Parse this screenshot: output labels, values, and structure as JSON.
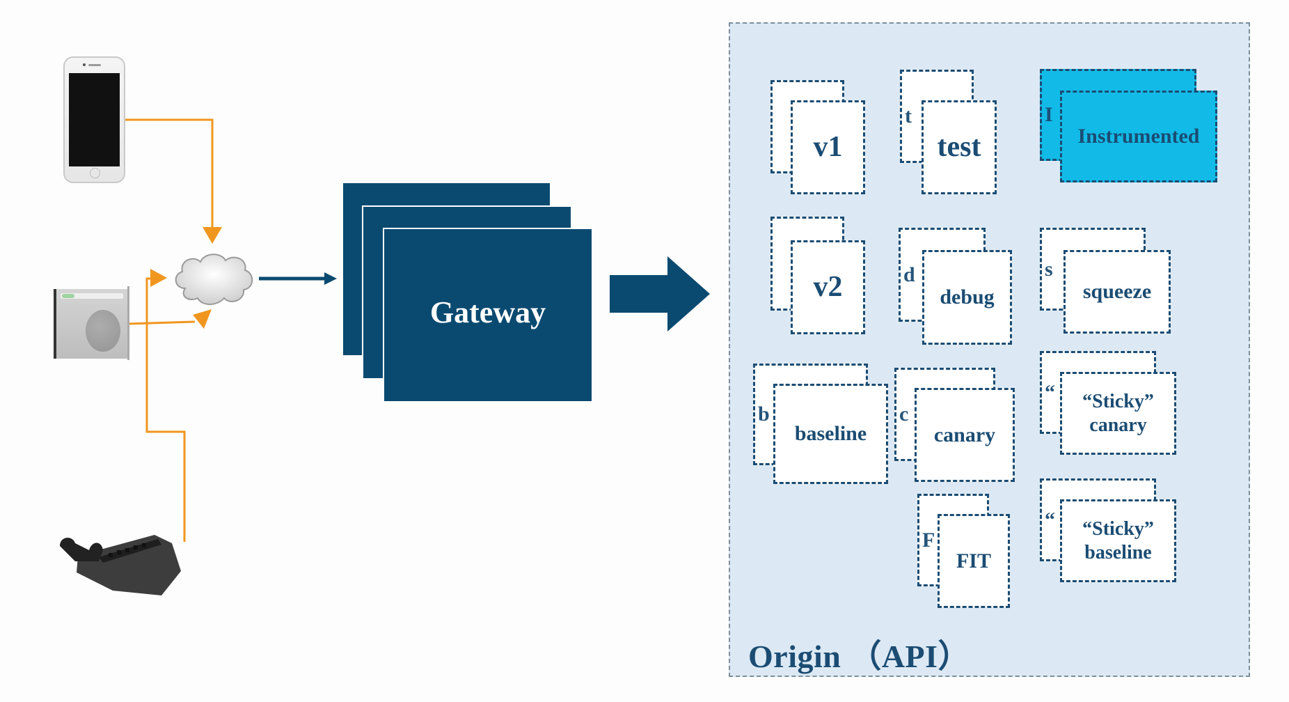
{
  "diagram": {
    "clients": [
      {
        "name": "mobile-phone",
        "kind": "phone"
      },
      {
        "name": "web-browser",
        "kind": "browser"
      },
      {
        "name": "game-console",
        "kind": "console"
      }
    ],
    "network": {
      "icon": "cloud-icon"
    },
    "gateway": {
      "label": "Gateway"
    },
    "origin": {
      "label": "Origin （API）",
      "clusters": [
        {
          "id": "v1",
          "label": "v1",
          "back_peek": "",
          "highlight": false
        },
        {
          "id": "test",
          "label": "test",
          "back_peek": "t",
          "highlight": false
        },
        {
          "id": "instrumented",
          "label": "Instrumented",
          "back_peek": "I",
          "highlight": true
        },
        {
          "id": "v2",
          "label": "v2",
          "back_peek": "",
          "highlight": false
        },
        {
          "id": "debug",
          "label": "debug",
          "back_peek": "d",
          "highlight": false
        },
        {
          "id": "squeeze",
          "label": "squeeze",
          "back_peek": "s",
          "highlight": false
        },
        {
          "id": "baseline",
          "label": "baseline",
          "back_peek": "b",
          "highlight": false
        },
        {
          "id": "canary",
          "label": "canary",
          "back_peek": "c",
          "highlight": false
        },
        {
          "id": "sticky-canary",
          "label": "“Sticky” canary",
          "line1": "“Sticky”",
          "line2": "canary",
          "back_peek": "“",
          "highlight": false
        },
        {
          "id": "fit",
          "label": "FIT",
          "back_peek": "F",
          "highlight": false
        },
        {
          "id": "sticky-baseline",
          "label": "“Sticky” baseline",
          "line1": "“Sticky”",
          "line2": "baseline",
          "back_peek": "“",
          "highlight": false
        }
      ]
    }
  },
  "colors": {
    "gateway": "#0b4a70",
    "client_wires": "#f0961e",
    "origin_bg": "#dce9f4",
    "card_border": "#1b4c73",
    "highlight": "#12bbe7"
  }
}
